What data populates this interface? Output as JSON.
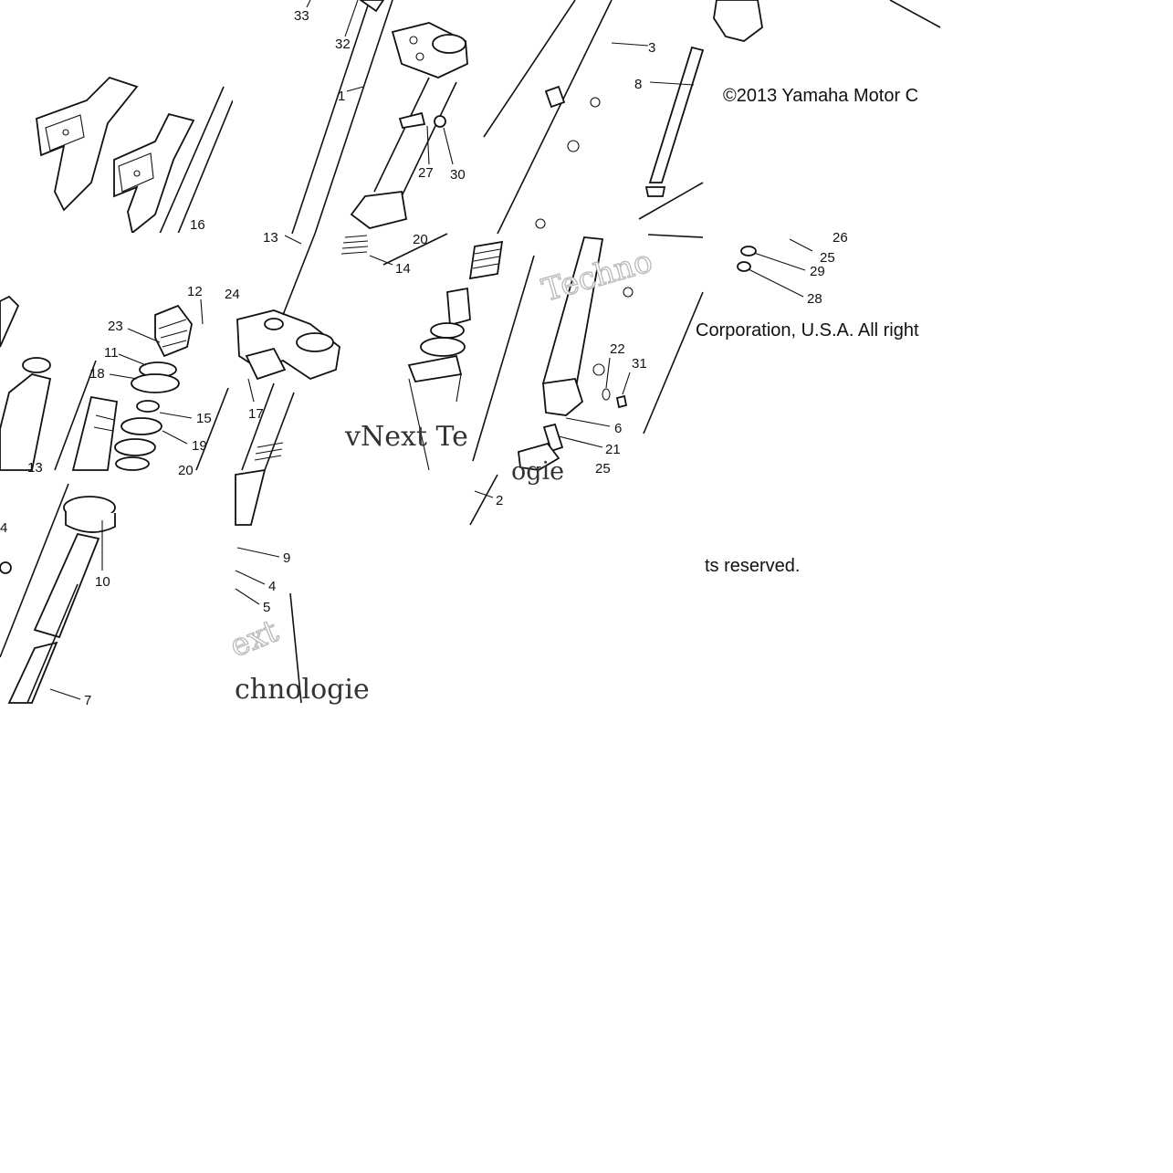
{
  "copyright": {
    "line1": "©2013 Yamaha Motor C",
    "line2": "Corporation, U.S.A. All right",
    "line3": "ts reserved."
  },
  "watermarks": {
    "w1": "Techno",
    "w2": "vNext Te",
    "w3": "ext",
    "w4": "chnologie",
    "w5": "ogie"
  },
  "callouts": [
    {
      "id": "33",
      "text": "33"
    },
    {
      "id": "32",
      "text": "32"
    },
    {
      "id": "1",
      "text": "1"
    },
    {
      "id": "3",
      "text": "3"
    },
    {
      "id": "8",
      "text": "8"
    },
    {
      "id": "27",
      "text": "27"
    },
    {
      "id": "30",
      "text": "30"
    },
    {
      "id": "16",
      "text": "16"
    },
    {
      "id": "13a",
      "text": "13"
    },
    {
      "id": "20a",
      "text": "20"
    },
    {
      "id": "14",
      "text": "14"
    },
    {
      "id": "26",
      "text": "26"
    },
    {
      "id": "25",
      "text": "25"
    },
    {
      "id": "29",
      "text": "29"
    },
    {
      "id": "28",
      "text": "28"
    },
    {
      "id": "12",
      "text": "12"
    },
    {
      "id": "23",
      "text": "23"
    },
    {
      "id": "11",
      "text": "11"
    },
    {
      "id": "18",
      "text": "18"
    },
    {
      "id": "15",
      "text": "15"
    },
    {
      "id": "19",
      "text": "19"
    },
    {
      "id": "20b",
      "text": "20"
    },
    {
      "id": "13b",
      "text": "13"
    },
    {
      "id": "24",
      "text": "24"
    },
    {
      "id": "17",
      "text": "17"
    },
    {
      "id": "22",
      "text": "22"
    },
    {
      "id": "31",
      "text": "31"
    },
    {
      "id": "6",
      "text": "6"
    },
    {
      "id": "21",
      "text": "21"
    },
    {
      "id": "25b",
      "text": "25"
    },
    {
      "id": "2",
      "text": "2"
    },
    {
      "id": "4a",
      "text": "4"
    },
    {
      "id": "10",
      "text": "10"
    },
    {
      "id": "7",
      "text": "7"
    },
    {
      "id": "9",
      "text": "9"
    },
    {
      "id": "4b",
      "text": "4"
    },
    {
      "id": "5",
      "text": "5"
    }
  ]
}
